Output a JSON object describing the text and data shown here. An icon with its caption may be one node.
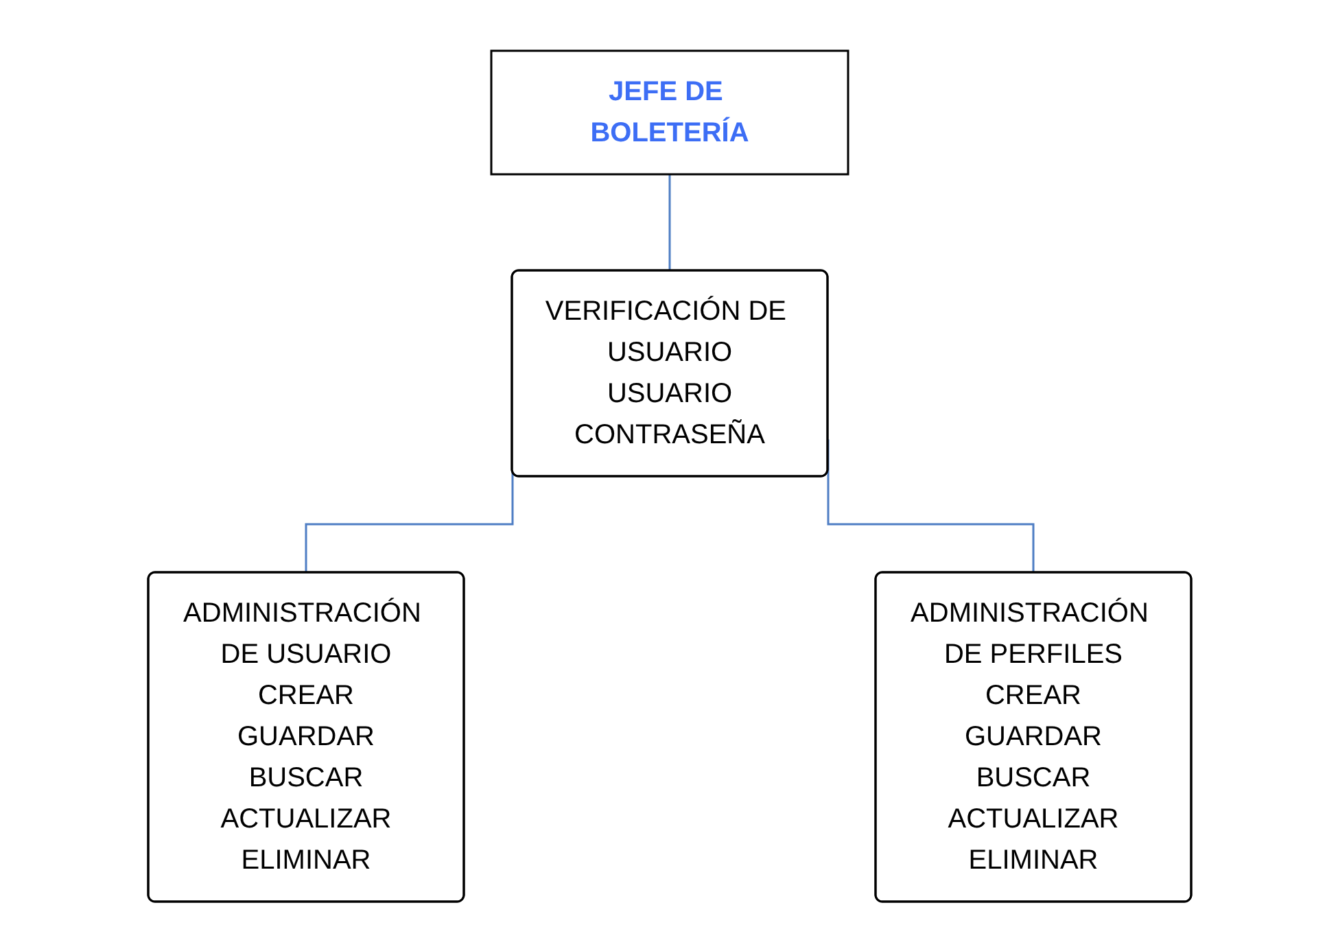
{
  "diagram": {
    "nodes": [
      {
        "text": [
          "JEFE DE BOLETERÍA"
        ]
      },
      {
        "text": [
          "VERIFICACIÓN DE USUARIO",
          "USUARIO",
          "CONTRASEÑA"
        ]
      },
      {
        "text": [
          "ADMINISTRACIÓN DE USUARIO",
          "CREAR",
          "GUARDAR",
          "BUSCAR",
          "ACTUALIZAR",
          "ELIMINAR"
        ]
      },
      {
        "text": [
          "ADMINISTRACIÓN DE PERFILES",
          "CREAR",
          "GUARDAR",
          "BUSCAR",
          "ACTUALIZAR",
          "ELIMINAR"
        ]
      }
    ],
    "edges": [
      {
        "from": 0,
        "to": 1,
        "arrow": "none"
      },
      {
        "from": 1,
        "to": 2,
        "arrow": "none"
      },
      {
        "from": 1,
        "to": 3,
        "arrow": "none"
      }
    ]
  }
}
